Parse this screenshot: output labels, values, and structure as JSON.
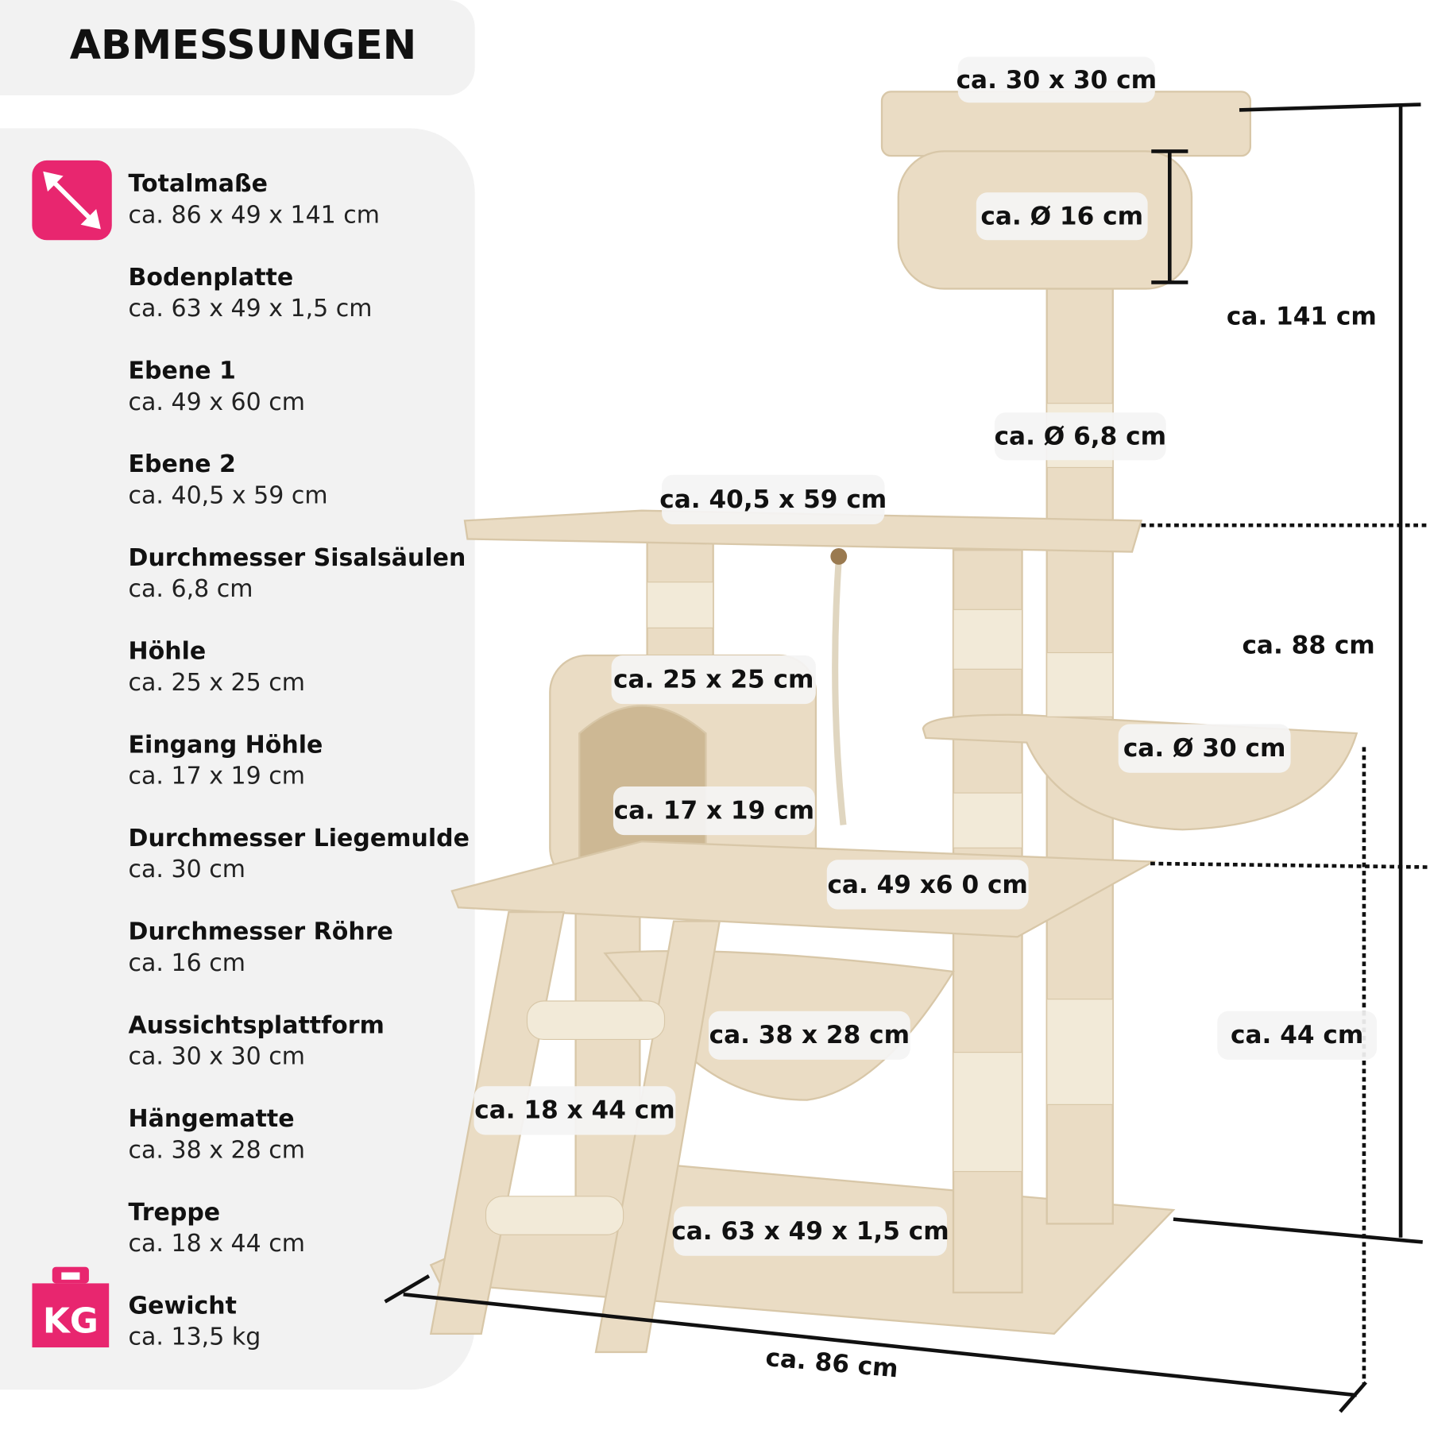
{
  "title": "ABMESSUNGEN",
  "accent_color": "#e8266f",
  "specs": [
    {
      "label": "Totalmaße",
      "value": "ca. 86 x 49 x 141 cm",
      "icon": "diagonal-arrow-icon"
    },
    {
      "label": "Bodenplatte",
      "value": "ca. 63 x 49 x 1,5 cm"
    },
    {
      "label": "Ebene 1",
      "value": "ca. 49 x 60 cm"
    },
    {
      "label": "Ebene 2",
      "value": "ca. 40,5 x 59 cm"
    },
    {
      "label": "Durchmesser Sisalsäulen",
      "value": "ca. 6,8 cm"
    },
    {
      "label": "Höhle",
      "value": "ca. 25 x 25 cm"
    },
    {
      "label": "Eingang Höhle",
      "value": "ca. 17 x 19 cm"
    },
    {
      "label": "Durchmesser Liegemulde",
      "value": "ca. 30 cm"
    },
    {
      "label": "Durchmesser Röhre",
      "value": "ca. 16 cm"
    },
    {
      "label": "Aussichtsplattform",
      "value": "ca. 30 x 30 cm"
    },
    {
      "label": "Hängematte",
      "value": "ca. 38 x 28 cm"
    },
    {
      "label": "Treppe",
      "value": "ca. 18 x 44 cm"
    },
    {
      "label": "Gewicht",
      "value": "ca. 13,5 kg",
      "icon": "weight-icon"
    }
  ],
  "weight_icon_text": "KG",
  "annotations": {
    "platform_top": "ca. 30 x 30 cm",
    "tube": "ca. Ø 16 cm",
    "total_height": "ca. 141 cm",
    "post": "ca. Ø 6,8 cm",
    "level2": "ca. 40,5 x 59 cm",
    "height_level2": "ca. 88 cm",
    "cave": "ca. 25 x 25 cm",
    "bed": "ca. Ø 30 cm",
    "cave_entrance": "ca. 17 x 19 cm",
    "level1": "ca. 49 x6 0 cm",
    "hammock": "ca. 38 x 28 cm",
    "height_level1": "ca. 44 cm",
    "ladder": "ca. 18 x 44 cm",
    "base": "ca. 63 x 49 x 1,5 cm",
    "width": "ca. 86 cm"
  }
}
